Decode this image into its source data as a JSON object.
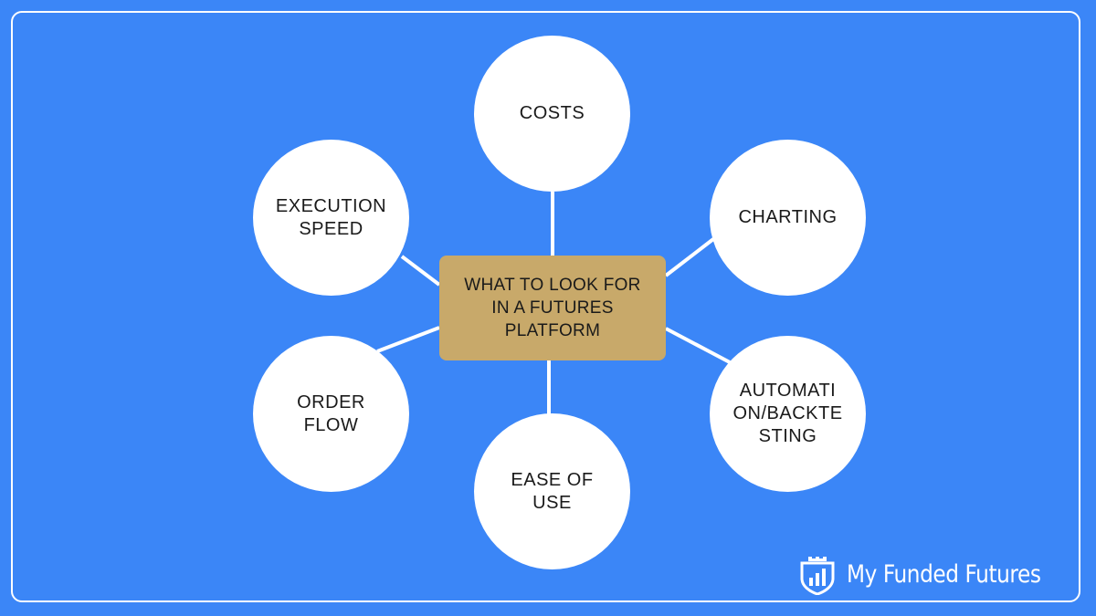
{
  "colors": {
    "background": "#3b86f7",
    "frame": "#ffffff",
    "node_fill": "#ffffff",
    "center_fill": "#c8a96a",
    "connector": "#ffffff",
    "text": "#1a1a1a"
  },
  "center": {
    "label": "WHAT TO LOOK FOR\nIN A FUTURES\nPLATFORM"
  },
  "nodes": [
    {
      "id": "costs",
      "label": "COSTS"
    },
    {
      "id": "charting",
      "label": "CHARTING"
    },
    {
      "id": "automation",
      "label": "AUTOMATI\nON/BACKTE\nSTING"
    },
    {
      "id": "ease",
      "label": "EASE OF\nUSE"
    },
    {
      "id": "order-flow",
      "label": "ORDER\nFLOW"
    },
    {
      "id": "execution",
      "label": "EXECUTION\nSPEED"
    }
  ],
  "brand": {
    "name": "My Funded Futures",
    "logo_icon": "shield-chart-icon"
  }
}
